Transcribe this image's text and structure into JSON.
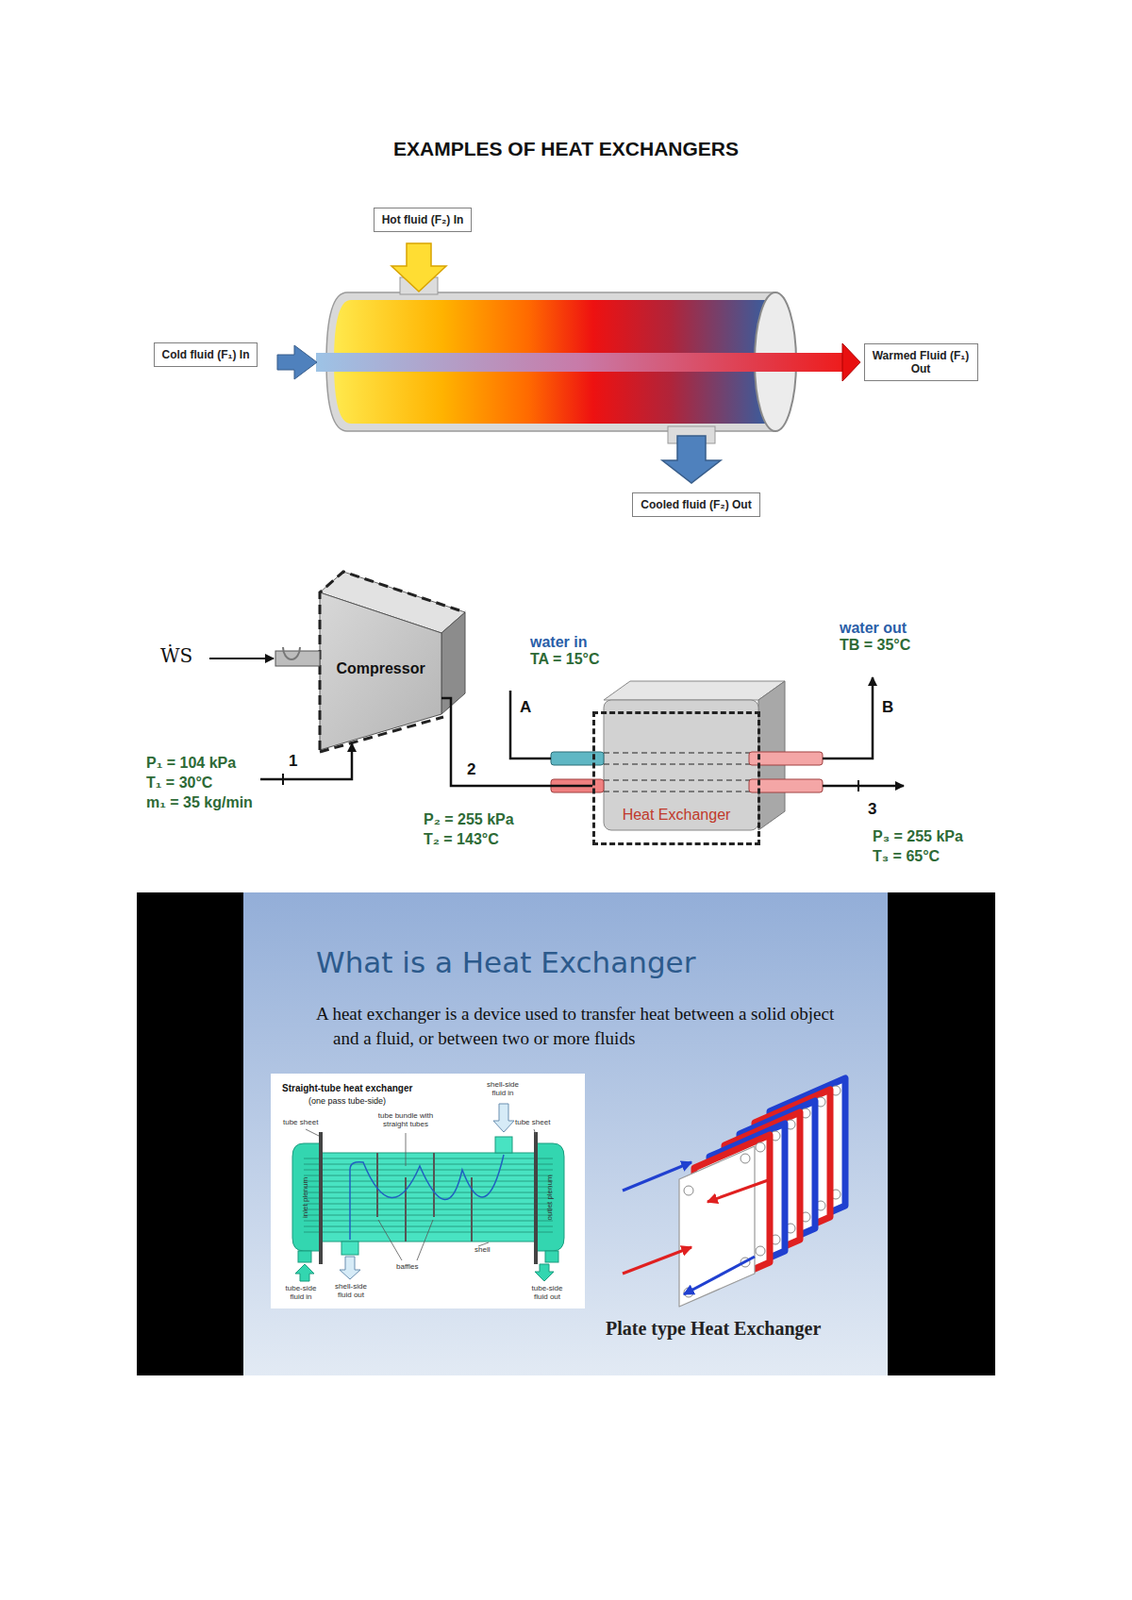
{
  "diagram": {
    "title": "EXAMPLES OF HEAT EXCHANGERS",
    "nodes": [
      {
        "text": [
          "Hot fluid (F₂) In"
        ]
      },
      {
        "text": [
          "Cold fluid (F₁) In"
        ]
      },
      {
        "text": [
          "Warmed Fluid (F₁) Out"
        ]
      },
      {
        "text": [
          "Cooled fluid (F₂) Out"
        ]
      },
      {
        "text": [
          "Compressor"
        ]
      },
      {
        "text": [
          "Heat Exchanger"
        ]
      },
      {
        "text": [
          "What is a Heat Exchanger",
          "A heat exchanger is a device used to transfer heat between a solid object and a fluid, or between two or more fluids",
          "Plate type Heat Exchanger"
        ]
      },
      {
        "text": [
          "Straight-tube heat exchanger",
          "(one pass tube-side)"
        ],
        "in": 6
      }
    ],
    "edges": [
      {
        "from": 4,
        "to": 5,
        "arrow": "none"
      }
    ],
    "labels": [
      "ẆS",
      "water in",
      "TA = 15°C",
      "A",
      "water out",
      "TB = 35°C",
      "B",
      "P₁ = 104 kPa",
      "T₁ = 30°C",
      "m₁ = 35 kg/min",
      "1",
      "2",
      "P₂ = 255 kPa",
      "T₂ = 143°C",
      "3",
      "P₃ = 255 kPa",
      "T₃ = 65°C",
      "tube sheet",
      "tube bundle with straight tubes",
      "shell-side fluid in",
      "tube sheet",
      "inlet plenum",
      "outlet plenum",
      "baffles",
      "shell",
      "tube-side fluid in",
      "shell-side fluid out",
      "tube-side fluid out"
    ]
  }
}
